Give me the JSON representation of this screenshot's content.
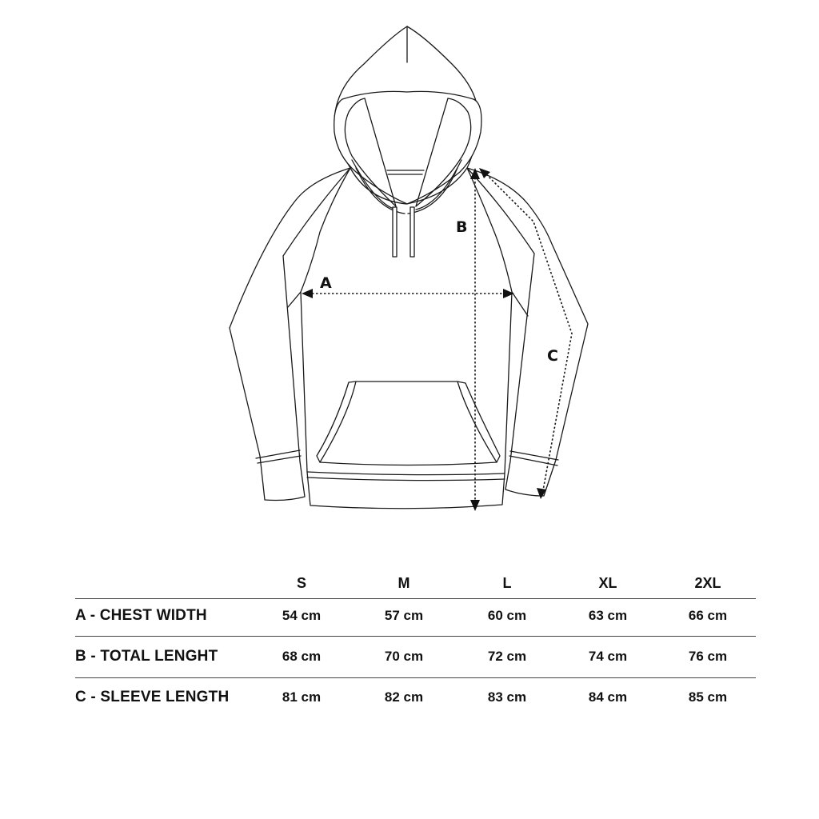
{
  "diagram": {
    "subject": "hoodie technical flat sketch",
    "dimension_labels": {
      "chest": "A",
      "length": "B",
      "sleeve": "C"
    }
  },
  "size_table": {
    "columns": [
      "S",
      "M",
      "L",
      "XL",
      "2XL"
    ],
    "rows": [
      {
        "label": "A - CHEST WIDTH",
        "values": [
          "54 cm",
          "57 cm",
          "60 cm",
          "63 cm",
          "66 cm"
        ]
      },
      {
        "label": "B - TOTAL LENGHT",
        "values": [
          "68 cm",
          "70 cm",
          "72 cm",
          "74 cm",
          "76 cm"
        ]
      },
      {
        "label": "C - SLEEVE LENGTH",
        "values": [
          "81 cm",
          "82 cm",
          "83 cm",
          "84 cm",
          "85 cm"
        ]
      }
    ]
  },
  "colors": {
    "line": "#1a1a1a",
    "text": "#111111",
    "rule": "#444444",
    "background": "#ffffff"
  }
}
